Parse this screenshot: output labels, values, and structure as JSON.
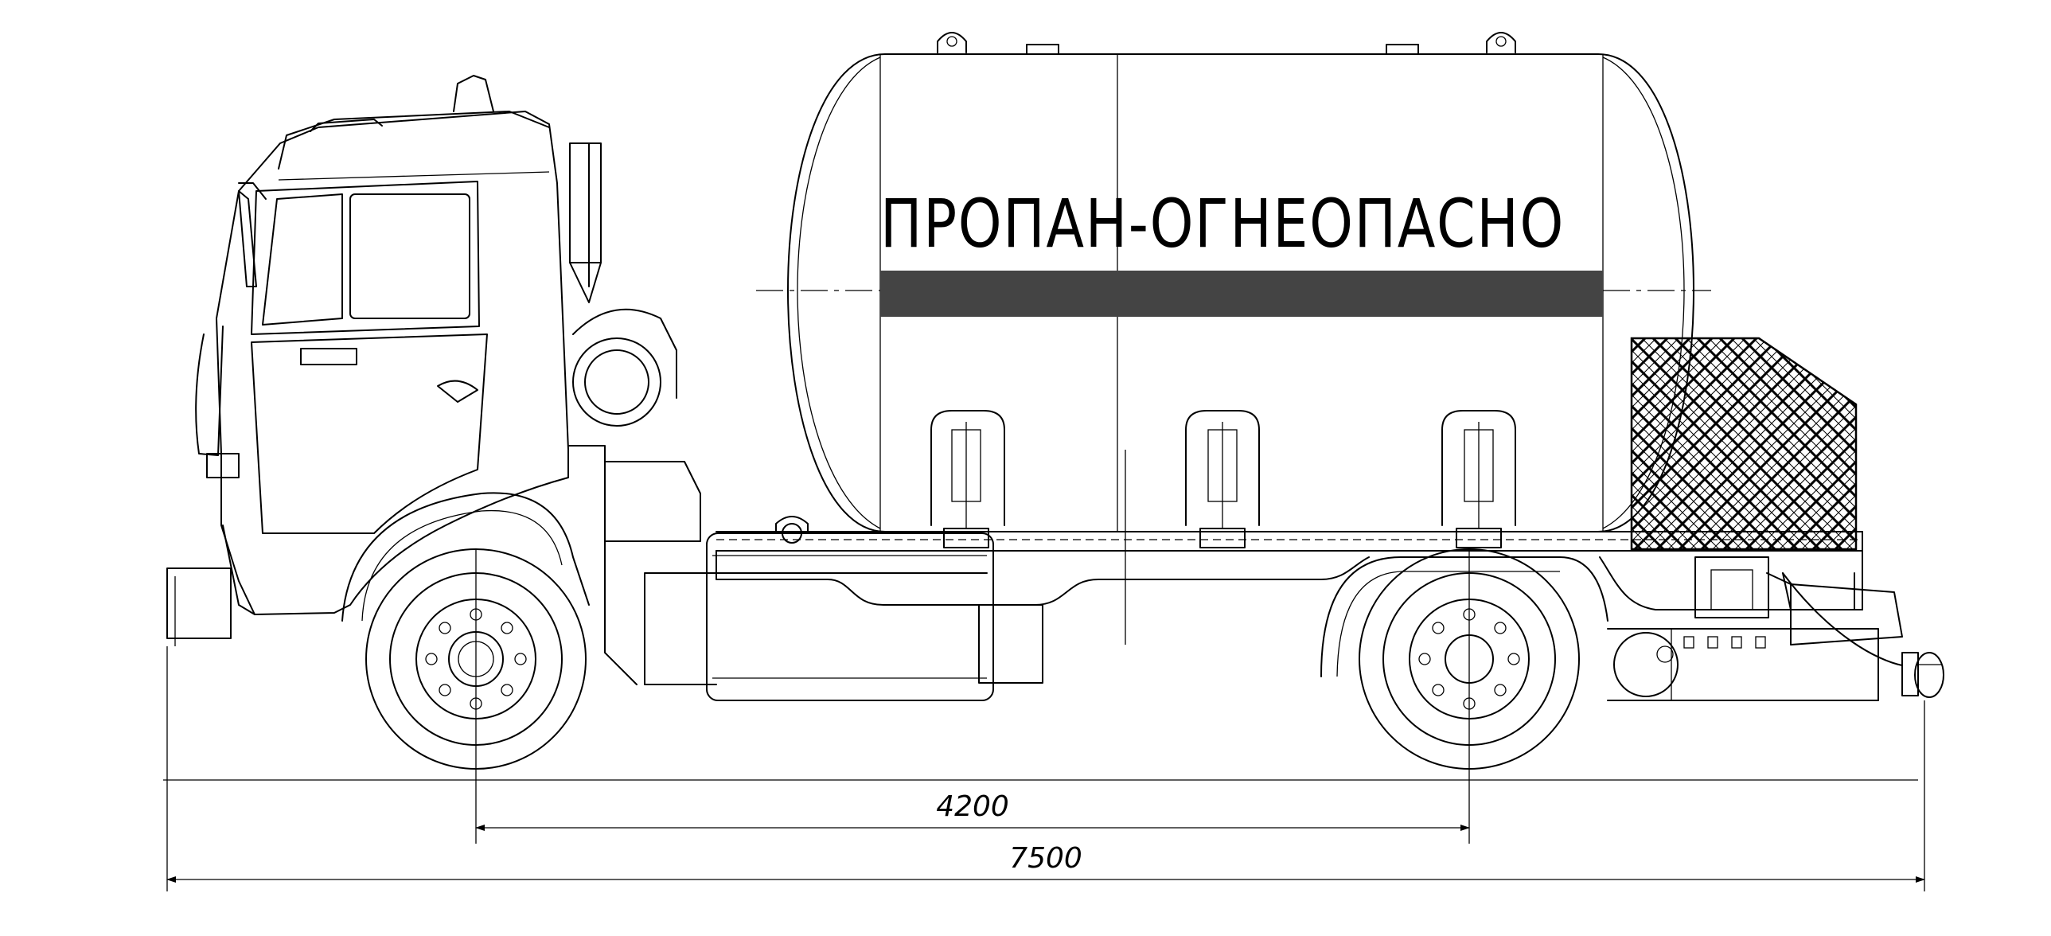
{
  "tank": {
    "warning_label": "ПРОПАН-ОГНЕОПАСНО",
    "stripe_color": "#444444"
  },
  "dimensions": {
    "wheelbase": "4200",
    "overall_length": "7500"
  }
}
